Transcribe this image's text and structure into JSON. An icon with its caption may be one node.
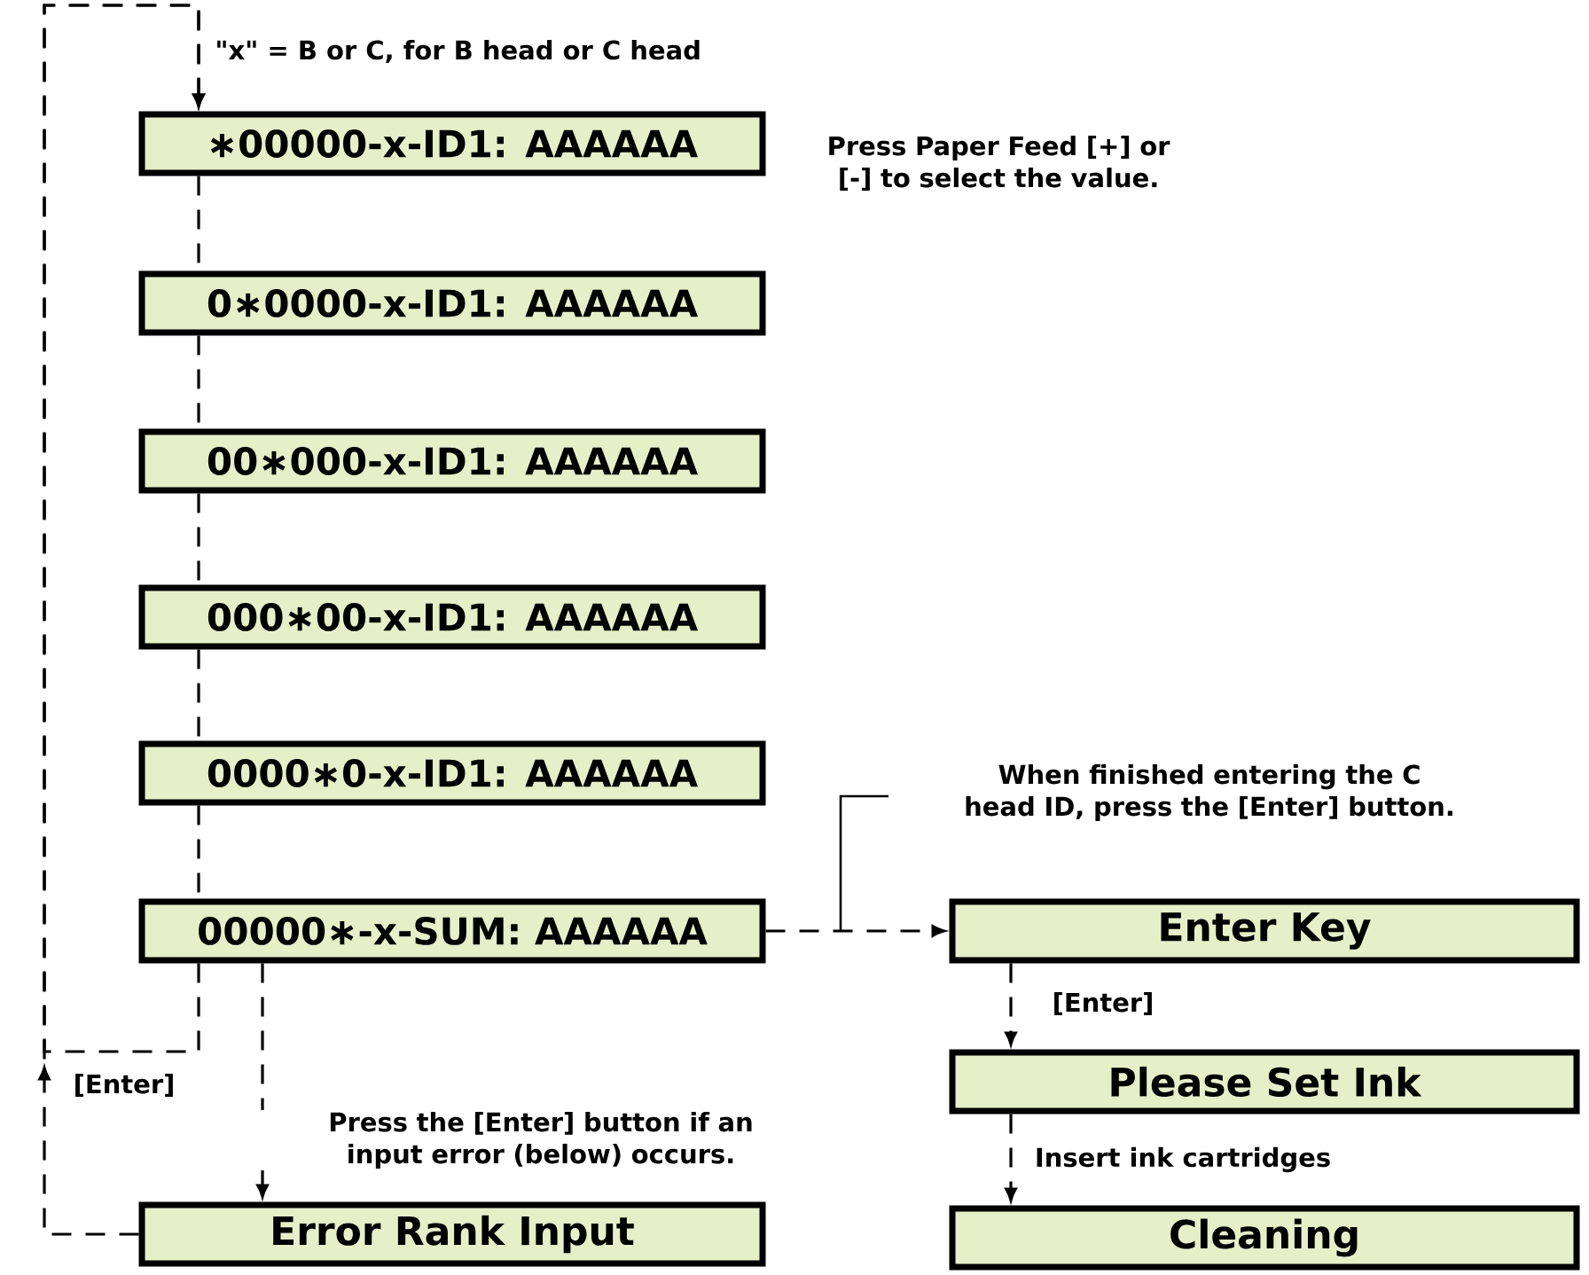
{
  "diagram": {
    "nodes": [
      {
        "text": [
          "∗00000-x-ID1: AAAAAA"
        ],
        "beside": [
          "Press Paper Feed [+] or [-] to select the value."
        ]
      },
      {
        "text": [
          "0∗0000-x-ID1: AAAAAA"
        ]
      },
      {
        "text": [
          "00∗000-x-ID1: AAAAAA"
        ]
      },
      {
        "text": [
          "000∗00-x-ID1: AAAAAA"
        ]
      },
      {
        "text": [
          "0000∗0-x-ID1: AAAAAA"
        ]
      },
      {
        "text": [
          "00000∗-x-SUM: AAAAAA"
        ]
      },
      {
        "text": [
          "Error Rank Input"
        ]
      },
      {
        "text": [
          "Enter Key"
        ]
      },
      {
        "text": [
          "Please Set Ink"
        ]
      },
      {
        "text": [
          "Cleaning"
        ]
      }
    ],
    "edges": [
      {
        "from": 0,
        "to": 1,
        "arrow": "none",
        "style": "dashed"
      },
      {
        "from": 1,
        "to": 2,
        "arrow": "none",
        "style": "dashed"
      },
      {
        "from": 2,
        "to": 3,
        "arrow": "none",
        "style": "dashed"
      },
      {
        "from": 3,
        "to": 4,
        "arrow": "none",
        "style": "dashed"
      },
      {
        "from": 4,
        "to": 5,
        "arrow": "none",
        "style": "dashed"
      },
      {
        "from": 5,
        "to": 0,
        "arrow": "to",
        "style": "dashed"
      },
      {
        "from": 6,
        "to": 0,
        "arrow": "to",
        "style": "dashed",
        "label": "[Enter]"
      },
      {
        "from": 5,
        "to": 6,
        "arrow": "to",
        "style": "dashed",
        "label": "Press the [Enter] button if an input error (below) occurs."
      },
      {
        "from": 5,
        "to": 7,
        "arrow": "to",
        "style": "dashed",
        "label": "When finished entering the C head ID, press the [Enter] button."
      },
      {
        "from": 7,
        "to": 8,
        "arrow": "to",
        "style": "dashed",
        "label": "[Enter]"
      },
      {
        "from": 8,
        "to": 9,
        "arrow": "to",
        "style": "dashed",
        "label": "Insert ink cartridges"
      }
    ],
    "labels": [
      "\"x\" = B or C, for B head or C head"
    ]
  }
}
